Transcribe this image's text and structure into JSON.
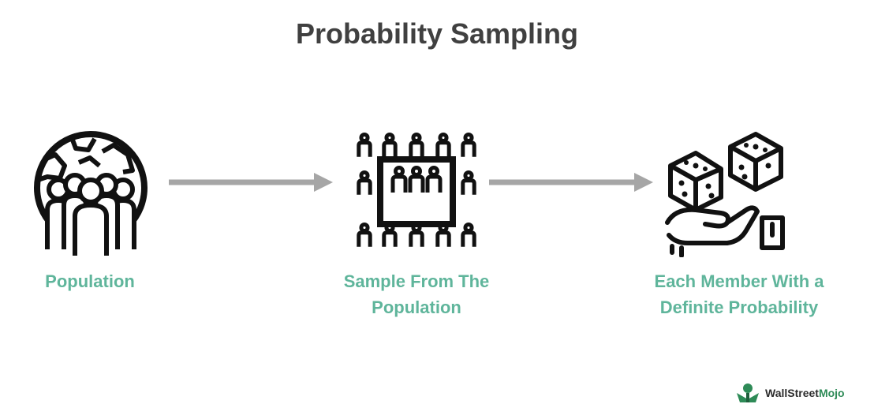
{
  "title": "Probability Sampling",
  "colors": {
    "title": "#404040",
    "label": "#5fb59b",
    "arrow": "#a6a6a6",
    "icon": "#111111",
    "brand": "#2e8b57"
  },
  "steps": [
    {
      "label_lines": [
        "Population"
      ],
      "icon": "globe-crowd-icon"
    },
    {
      "label_lines": [
        "Sample From The",
        "Population"
      ],
      "icon": "sample-grid-people-icon"
    },
    {
      "label_lines": [
        "Each Member With a",
        "Definite Probability"
      ],
      "icon": "dice-hand-icon"
    }
  ],
  "brand": {
    "name_part1": "WallStreet",
    "name_part2": "Mojo",
    "icon": "wallstreetmojo-logo-icon"
  }
}
